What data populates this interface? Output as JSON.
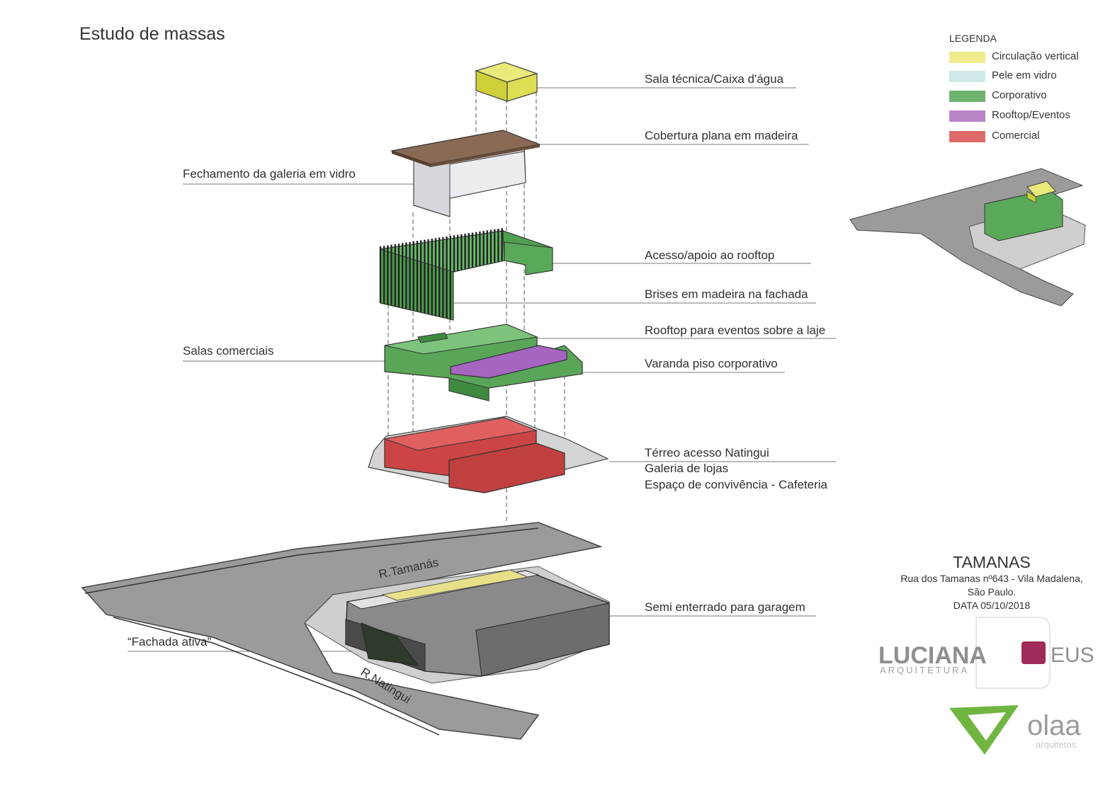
{
  "title": "Estudo de massas",
  "legend": {
    "title": "LEGENDA",
    "items": [
      {
        "label": "Circulação vertical",
        "color": "#f0ea8a"
      },
      {
        "label": "Pele em vidro",
        "color": "#cfe9e8"
      },
      {
        "label": "Corporativo",
        "color": "#6db36d"
      },
      {
        "label": "Rooftop/Eventos",
        "color": "#b984c6"
      },
      {
        "label": "Comercial",
        "color": "#e06a68"
      }
    ]
  },
  "callouts": {
    "sala_tecnica": "Sala técnica/Caixa d'água",
    "cobertura": "Cobertura  plana em madeira",
    "fechamento": "Fechamento da galeria em vidro",
    "acesso_rooftop": "Acesso/apoio ao rooftop",
    "brises": "Brises em madeira na fachada",
    "rooftop_eventos": "Rooftop para eventos sobre a laje",
    "salas_comerciais": "Salas comerciais",
    "varanda": "Varanda piso corporativo",
    "terreo": [
      "Térreo acesso Natingui",
      "Galeria de lojas",
      "Espaço de convivência - Cafeteria"
    ],
    "semi_enterrado": "Semi enterrado para garagem",
    "fachada_ativa": "“Fachada ativa”"
  },
  "streets": {
    "tamanas": "R.Tamanás",
    "natingui": "R.Natingui"
  },
  "project": {
    "name": "TAMANAS",
    "address_line1": "Rua dos Tamanas nº643 - Vila Madalena,",
    "address_line2": "São Paulo.",
    "date": "DATA 05/10/2018"
  },
  "logos": {
    "luciana_main": "LUCIANA",
    "luciana_sub": "ARQUITETURA",
    "deus_text": "EUS",
    "olaa_main": "olaa",
    "olaa_sub": "arquitetos"
  }
}
